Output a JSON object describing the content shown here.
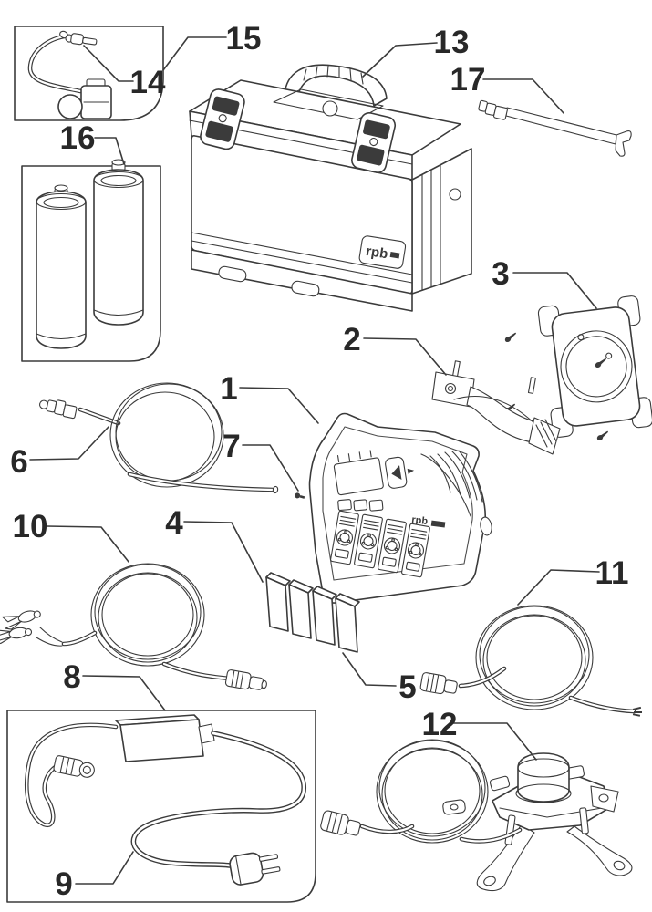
{
  "diagram": {
    "brand_logo": "rpb",
    "callouts": [
      "1",
      "2",
      "3",
      "4",
      "5",
      "6",
      "7",
      "8",
      "9",
      "10",
      "11",
      "12",
      "13",
      "14",
      "15",
      "16",
      "17"
    ]
  },
  "colors": {
    "line": "#3b3b3b",
    "label": "#282828",
    "background": "#ffffff"
  }
}
